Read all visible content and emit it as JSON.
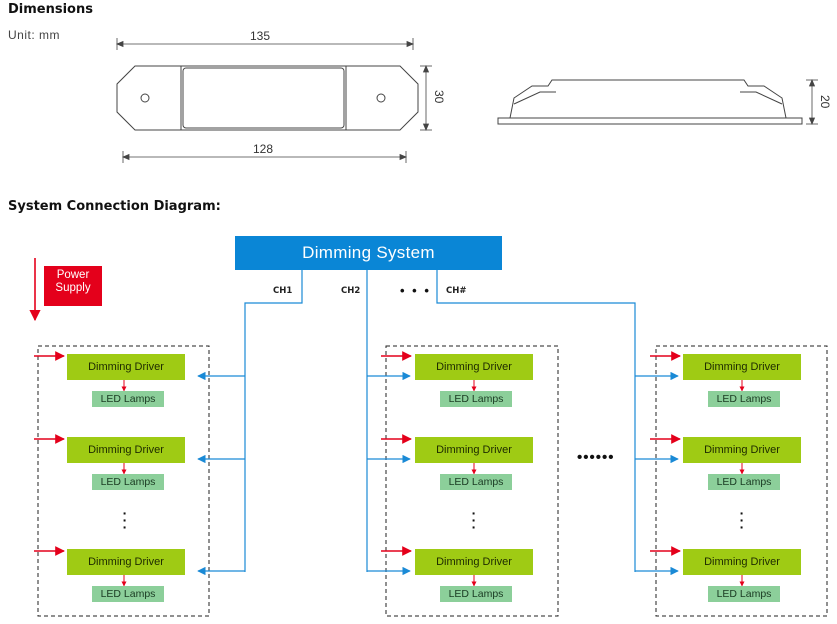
{
  "headings": {
    "dimensions": "Dimensions",
    "unit": "Unit: mm",
    "system": "System Connection Diagram:"
  },
  "dimensions": {
    "top_length": "135",
    "bottom_length": "128",
    "width": "30",
    "height": "20"
  },
  "diagram": {
    "dimming_system": "Dimming System",
    "power_supply": [
      "Power",
      "Supply"
    ],
    "channels": [
      "CH1",
      "CH2",
      "CH#"
    ],
    "channel_ellipsis": "• • •",
    "group_ellipsis": "••••••",
    "driver_label": "Dimming Driver",
    "lamp_label": "LED Lamps",
    "colors": {
      "system": "#0a86d6",
      "power": "#e4001b",
      "driver": "#9fcb14",
      "lamp": "#8ccf9a",
      "signal_line": "#1a8ad6",
      "power_arrow": "#e4001b"
    }
  }
}
